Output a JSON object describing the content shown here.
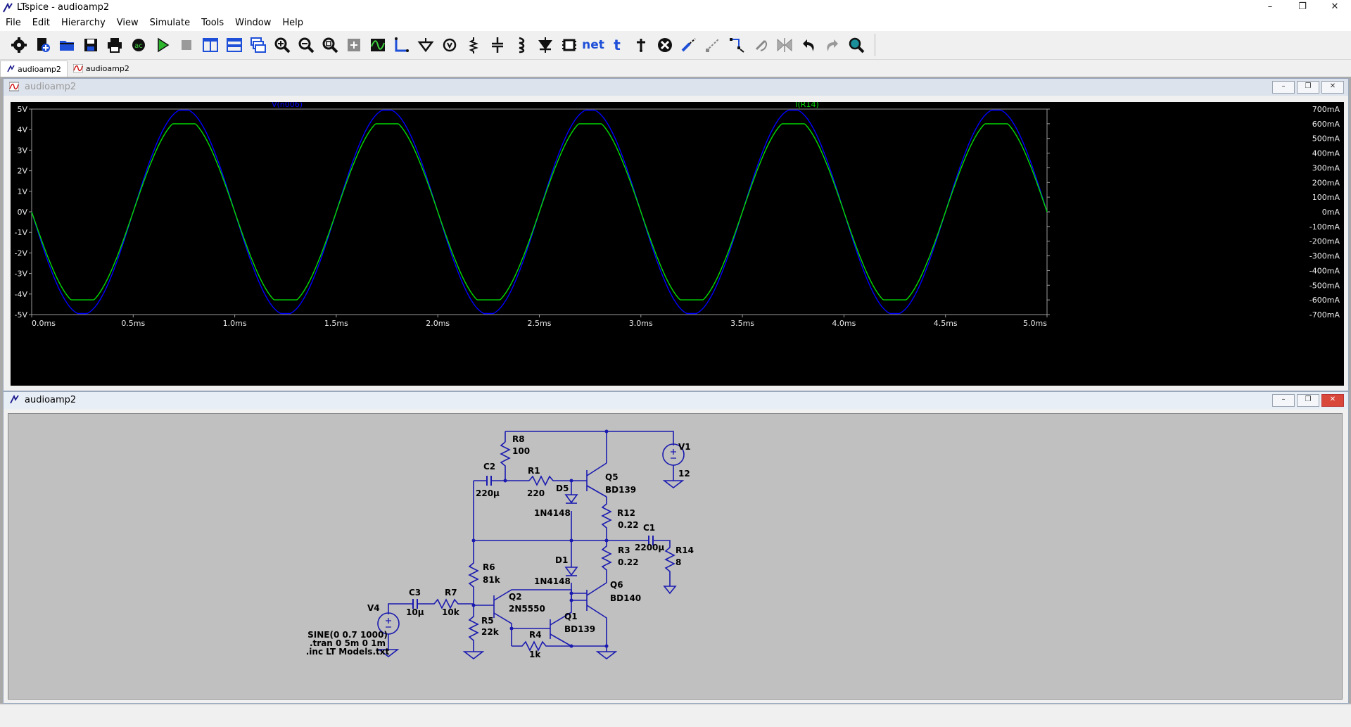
{
  "window": {
    "title": "LTspice - audioamp2",
    "buttons": [
      "–",
      "❐",
      "✕"
    ]
  },
  "menu": [
    "File",
    "Edit",
    "Hierarchy",
    "View",
    "Simulate",
    "Tools",
    "Window",
    "Help"
  ],
  "toolbar": {
    "icons": [
      "gear-icon",
      "new-schematic-icon",
      "open-icon",
      "save-icon",
      "print-icon",
      "control-panel-icon",
      "run-icon",
      "halt-icon",
      "tile-vertical-icon",
      "tile-horizontal-icon",
      "cascade-icon",
      "zoom-in-icon",
      "zoom-out-icon",
      "zoom-fit-icon",
      "zoom-area-icon",
      "autorange-icon",
      "wire-icon",
      "ground-icon",
      "label-icon",
      "resistor-icon",
      "capacitor-icon",
      "inductor-icon",
      "diode-icon",
      "component-icon",
      "net-label-icon",
      "text-icon",
      "spice-directive-icon",
      "delete-icon",
      "duplicate-icon",
      "move-icon",
      "drag-icon",
      "rotate-icon",
      "mirror-icon",
      "undo-icon",
      "redo-icon",
      "find-icon"
    ],
    "net_label": "net",
    "text_label": "t"
  },
  "tabs": [
    {
      "label": "audioamp2",
      "icon": "schematic-icon"
    },
    {
      "label": "audioamp2",
      "icon": "waveform-icon"
    }
  ],
  "plot_window": {
    "title": "audioamp2",
    "trace1_label": "V(n006)",
    "trace2_label": "I(R14)",
    "trace1_color": "#0000ff",
    "trace2_color": "#00dd00"
  },
  "schematic_window": {
    "title": "audioamp2",
    "components": {
      "R8": {
        "name": "R8",
        "value": "100"
      },
      "R1": {
        "name": "R1",
        "value": "220"
      },
      "C2": {
        "name": "C2",
        "value": "220µ"
      },
      "D5": {
        "name": "D5",
        "value": "1N4148"
      },
      "Q5": {
        "name": "Q5",
        "value": "BD139"
      },
      "R12": {
        "name": "R12",
        "value": "0.22"
      },
      "C1": {
        "name": "C1",
        "value": "2200µ"
      },
      "R3": {
        "name": "R3",
        "value": "0.22"
      },
      "R14": {
        "name": "R14",
        "value": "8"
      },
      "V1": {
        "name": "V1",
        "value": "12"
      },
      "D1": {
        "name": "D1",
        "value": "1N4148"
      },
      "R6": {
        "name": "R6",
        "value": "81k"
      },
      "Q6": {
        "name": "Q6",
        "value": "BD140"
      },
      "Q2": {
        "name": "Q2",
        "value": "2N5550"
      },
      "Q1": {
        "name": "Q1",
        "value": "BD139"
      },
      "C3": {
        "name": "C3",
        "value": "10µ"
      },
      "R7": {
        "name": "R7",
        "value": "10k"
      },
      "V4": {
        "name": "V4",
        "value": ""
      },
      "R5": {
        "name": "R5",
        "value": "22k"
      },
      "R4": {
        "name": "R4",
        "value": "1k"
      }
    },
    "directives": [
      "SINE(0 0.7 1000)",
      ".tran 0 5m 0 1m",
      ".inc LT Models.txt"
    ]
  },
  "chart_data": {
    "type": "line",
    "x_unit": "ms",
    "xlim": [
      0,
      5
    ],
    "x_ticks": [
      "0.0ms",
      "0.5ms",
      "1.0ms",
      "1.5ms",
      "2.0ms",
      "2.5ms",
      "3.0ms",
      "3.5ms",
      "4.0ms",
      "4.5ms",
      "5.0ms"
    ],
    "y_left_ticks": [
      "5V",
      "4V",
      "3V",
      "2V",
      "1V",
      "0V",
      "-1V",
      "-2V",
      "-3V",
      "-4V",
      "-5V"
    ],
    "y_left_lim": [
      -5,
      5
    ],
    "y_right_ticks": [
      "700mA",
      "600mA",
      "500mA",
      "400mA",
      "300mA",
      "200mA",
      "100mA",
      "0mA",
      "-100mA",
      "-200mA",
      "-300mA",
      "-400mA",
      "-500mA",
      "-600mA",
      "-700mA"
    ],
    "y_right_lim": [
      -700,
      700
    ],
    "grid": false,
    "series": [
      {
        "name": "V(n006)",
        "axis": "left",
        "shape": "sine, clipped",
        "frequency_khz": 1,
        "amplitude": 5,
        "clip": 4.95,
        "phase_deg": 180
      },
      {
        "name": "I(R14)",
        "axis": "right",
        "shape": "sine, clipped",
        "frequency_khz": 1,
        "amplitude": 640,
        "clip": 600,
        "phase_deg": 180
      }
    ]
  }
}
